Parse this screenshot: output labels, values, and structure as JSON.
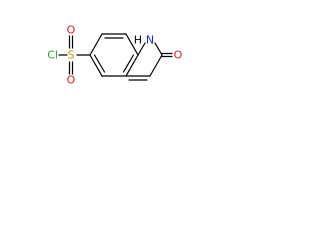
{
  "molecule": {
    "atoms": {
      "chlorine": "Cl",
      "sulfur": "S",
      "sulfonyl_oxygen_top": "O",
      "sulfonyl_oxygen_bottom": "O",
      "ring_nitrogen": "N",
      "ring_nitrogen_hydrogen": "H",
      "carbonyl_oxygen": "O"
    },
    "colors": {
      "bond": "#000000",
      "chlorine": "#2e9a2e",
      "sulfur": "#b8a000",
      "oxygen": "#d42020",
      "nitrogen": "#2020d4",
      "hydrogen": "#000000"
    }
  }
}
